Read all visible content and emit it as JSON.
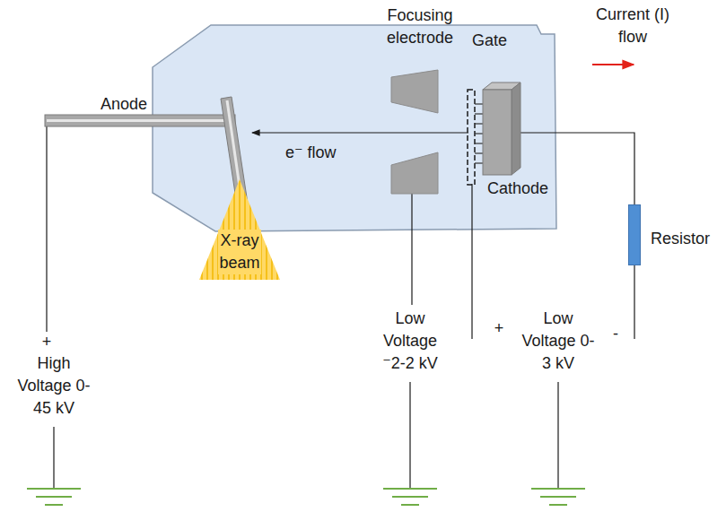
{
  "diagram": {
    "nodes": [
      {
        "text": [
          "X-ray beam"
        ]
      },
      {
        "text": [
          "Resistor"
        ]
      }
    ],
    "labels": [
      "Focusing electrode",
      "Gate",
      "Current (I) flow",
      "Anode",
      "e⁻ flow",
      "Cathode",
      "+",
      "High Voltage 0-45 kV",
      "Low Voltage ⁻2-2 kV",
      "+",
      "Low Voltage 0-3 kV",
      "-"
    ]
  }
}
